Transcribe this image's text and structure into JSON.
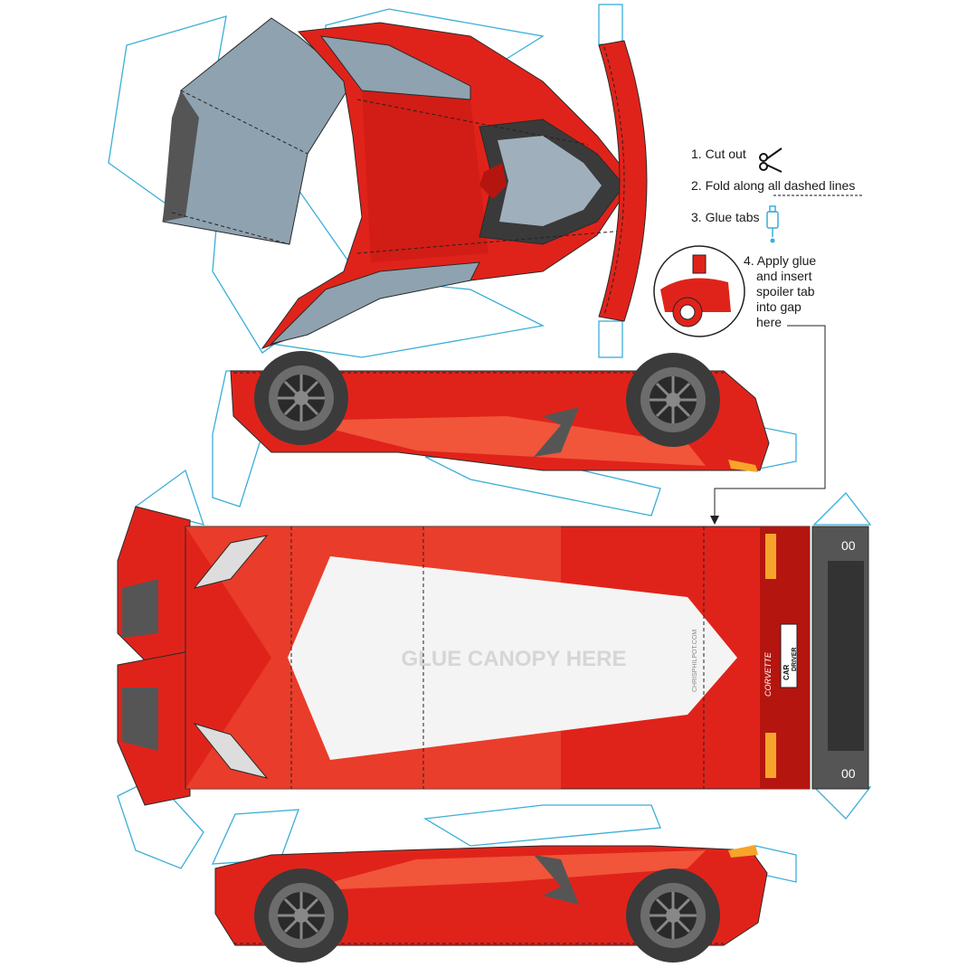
{
  "instructions": {
    "step1": "1. Cut out",
    "step2": "2. Fold along all dashed lines",
    "step3": "3. Glue tabs",
    "step4_line1": "4. Apply glue",
    "step4_line2": "and insert",
    "step4_line3": "spoiler tab",
    "step4_line4": "into gap",
    "step4_line5": "here"
  },
  "labels": {
    "canopy": "GLUE CANOPY HERE",
    "credit": "CHRISPHILPOT.COM",
    "model_badge": "CORVETTE",
    "brand_line1": "CAR",
    "brand_line2": "DRIVER"
  },
  "icons": {
    "cut": "scissors-icon",
    "glue": "glue-bottle-icon"
  },
  "colors": {
    "body_red": "#e0231a",
    "body_dark_red": "#b5150f",
    "body_light": "#f1553a",
    "glass": "#8fa2b0",
    "tab_line": "#3aaed8",
    "tire": "#3b3b3b",
    "rim": "#6c6c6c",
    "canopy_white": "#f4f4f4"
  }
}
